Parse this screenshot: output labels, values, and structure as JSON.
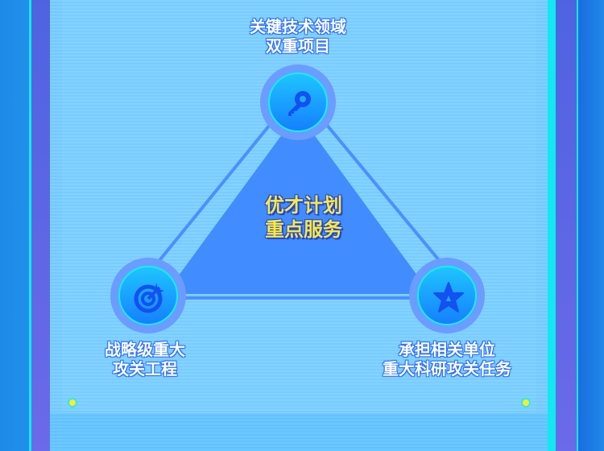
{
  "center": {
    "line1": "优才计划",
    "line2": "重点服务"
  },
  "nodes": [
    {
      "icon": "key-icon",
      "line1": "关键技术领域",
      "line2": "双重项目"
    },
    {
      "icon": "target-icon",
      "line1": "战略级重大",
      "line2": "攻关工程"
    },
    {
      "icon": "star-icon",
      "line1": "承担相关单位",
      "line2": "重大科研攻关任务"
    }
  ],
  "colors": {
    "accent": "#ffe93a",
    "triangle": "#418cff",
    "ring": "#12f0f0"
  }
}
